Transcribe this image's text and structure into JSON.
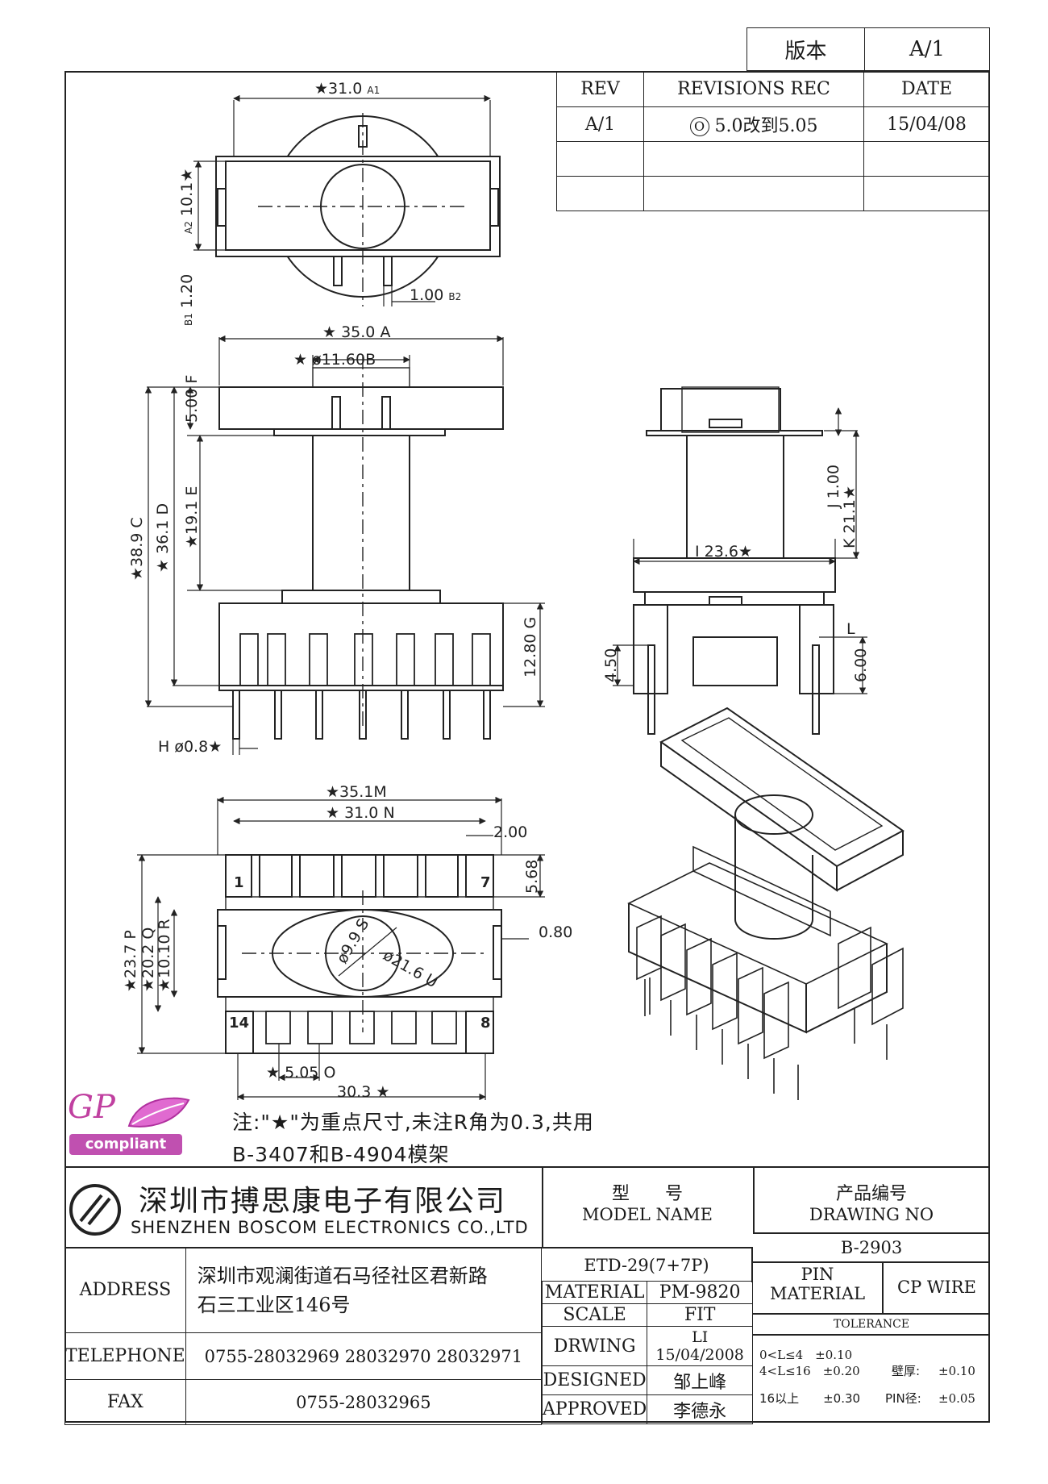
{
  "version": {
    "label": "版本",
    "value": "A/1"
  },
  "revisions": {
    "headers": [
      "REV",
      "REVISIONS REC",
      "DATE"
    ],
    "rows": [
      {
        "rev": "A/1",
        "rec_mark": "O",
        "rec": "5.0改到5.05",
        "date": "15/04/08"
      },
      {
        "rev": "",
        "rec_mark": "",
        "rec": "",
        "date": ""
      },
      {
        "rev": "",
        "rec_mark": "",
        "rec": "",
        "date": ""
      }
    ]
  },
  "dims": {
    "top_w": "31.0",
    "top_w_tag": "A1",
    "top_h": "10.1",
    "top_h_tag": "A2",
    "top_pin_off": "1.20",
    "top_pin_off_tag": "B1",
    "top_pin_w": "1.00",
    "top_pin_w_tag": "B2",
    "side_w": "35.0",
    "side_w_tag": "A",
    "side_core": "ø11.60",
    "side_core_tag": "B",
    "side_flange": "5.00",
    "side_flange_tag": "F",
    "side_total": "38.9",
    "side_total_tag": "C",
    "side_body": "36.1",
    "side_body_tag": "D",
    "side_winding": "19.1",
    "side_winding_tag": "E",
    "side_base": "12.80",
    "side_base_tag": "G",
    "side_pin_dia": "ø0.8",
    "side_pin_dia_tag": "H",
    "end_top": "1.00",
    "end_top_tag": "J",
    "end_h": "21.1",
    "end_h_tag": "K",
    "end_w": "23.6",
    "end_w_tag": "I",
    "end_pin": "6.00",
    "end_pin_tag": "L",
    "end_pin2": "4.50",
    "bot_w1": "35.1",
    "bot_w1_tag": "M",
    "bot_w2": "31.0",
    "bot_w2_tag": "N",
    "bot_slot": "2.00",
    "bot_slot_h": "5.68",
    "bot_gap": "0.80",
    "bot_h1": "23.7",
    "bot_h1_tag": "P",
    "bot_h2": "20.2",
    "bot_h2_tag": "Q",
    "bot_h3": "10.10",
    "bot_h3_tag": "R",
    "bot_core_dia": "ø9.9",
    "bot_core_dia_tag": "S",
    "bot_outer_dia": "ø21.6",
    "bot_outer_dia_tag": "U",
    "bot_pitch": "5.05",
    "bot_pitch_tag": "O",
    "bot_span": "30.3",
    "pin_labels": [
      "1",
      "7",
      "14",
      "8"
    ],
    "star": "★"
  },
  "logo": {
    "gp": "GP",
    "compliant": "compliant"
  },
  "notes": {
    "line1": "注:\"★\"为重点尺寸,未注R角为0.3,共用",
    "line2": "B-3407和B-4904模架"
  },
  "title_block": {
    "company_cn": "深圳市搏思康电子有限公司",
    "company_en": "SHENZHEN BOSCOM ELECTRONICS CO.,LTD",
    "model_cn": "型　　号",
    "model_en": "MODEL NAME",
    "drawing_cn": "产品编号",
    "drawing_en": "DRAWING NO",
    "model_value": "ETD-29(7+7P)",
    "drawing_value": "B-2903",
    "address_label": "ADDRESS",
    "address_line1": "深圳市观澜街道石马径社区君新路",
    "address_line2": "石三工业区146号",
    "telephone_label": "TELEPHONE",
    "telephone": "0755-28032969 28032970 28032971",
    "fax_label": "FAX",
    "fax": "0755-28032965",
    "material_label": "MATERIAL",
    "material": "PM-9820",
    "scale_label": "SCALE",
    "scale": "FIT",
    "drawing_label": "DRWING",
    "drawing": "LI 15/04/2008",
    "designed_label": "DESIGNED",
    "designed": "邹上峰",
    "approved_label": "APPROVED",
    "approved": "李德永",
    "pin_material_label_1": "PIN",
    "pin_material_label_2": "MATERIAL",
    "pin_material": "CP WIRE",
    "tolerance_label": "TOLERANCE",
    "tol_1": "0<L≤4　±0.10",
    "tol_2": "4<L≤16　±0.20",
    "tol_3": "16以上　　±0.30",
    "wall_label": "壁厚:",
    "wall": "±0.10",
    "pin_dia_label": "PIN径:",
    "pin_dia": "±0.05"
  }
}
